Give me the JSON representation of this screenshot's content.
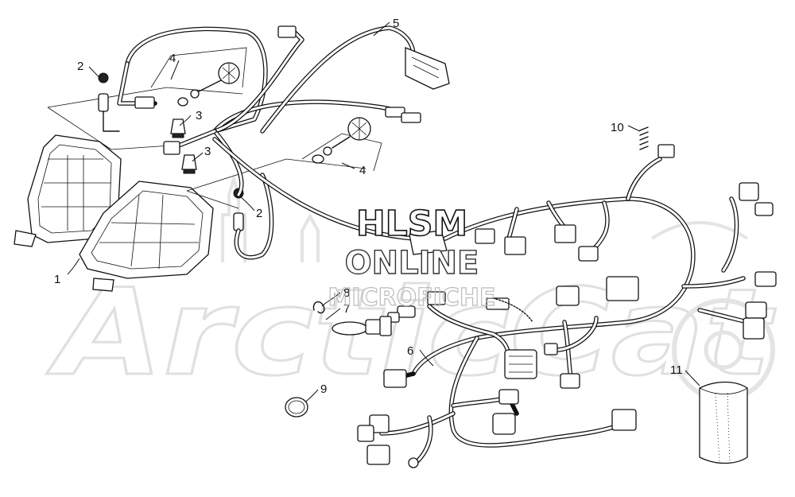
{
  "diagram": {
    "callouts": [
      {
        "id": "c1",
        "label": "1"
      },
      {
        "id": "c2a",
        "label": "2"
      },
      {
        "id": "c2b",
        "label": "2"
      },
      {
        "id": "c3a",
        "label": "3"
      },
      {
        "id": "c3b",
        "label": "3"
      },
      {
        "id": "c4a",
        "label": "4"
      },
      {
        "id": "c4b",
        "label": "4"
      },
      {
        "id": "c5",
        "label": "5"
      },
      {
        "id": "c6",
        "label": "6"
      },
      {
        "id": "c7",
        "label": "7"
      },
      {
        "id": "c8",
        "label": "8"
      },
      {
        "id": "c9",
        "label": "9"
      },
      {
        "id": "c10",
        "label": "10"
      },
      {
        "id": "c11",
        "label": "11"
      }
    ]
  },
  "watermark": {
    "line1": "HLSM",
    "line2": "ONLINE",
    "line3": "MICROFICHE",
    "brand": "ArcticCat"
  },
  "colors": {
    "ink": "#111111",
    "watermark_gray": "#d4d4d4",
    "background": "#ffffff"
  }
}
